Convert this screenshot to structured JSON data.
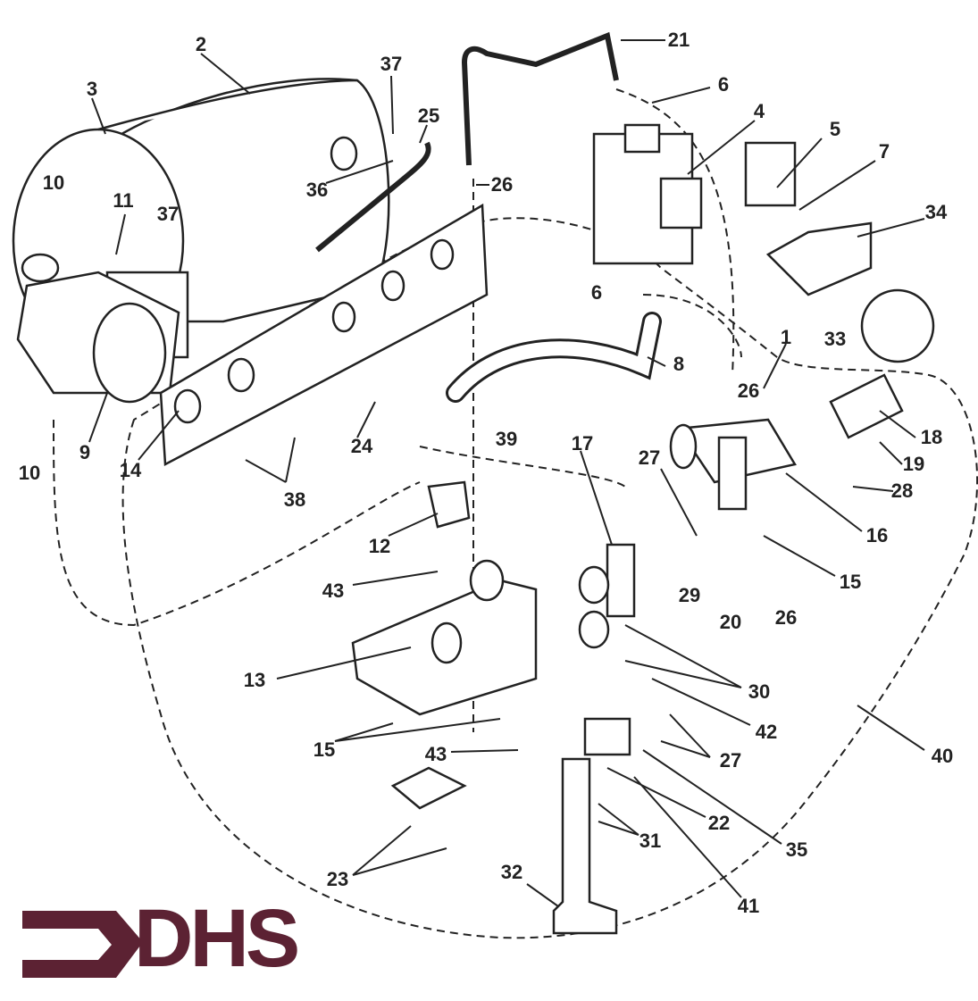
{
  "title": "Exploded parts diagram",
  "logo": {
    "text": "DHS",
    "color": "#5c2233"
  },
  "part_labels": [
    "2",
    "3",
    "37",
    "25",
    "21",
    "6",
    "4",
    "5",
    "7",
    "34",
    "26",
    "36",
    "10",
    "11",
    "37",
    "6",
    "33",
    "1",
    "8",
    "26",
    "18",
    "19",
    "28",
    "16",
    "15",
    "26",
    "20",
    "29",
    "17",
    "39",
    "27",
    "24",
    "38",
    "14",
    "9",
    "10",
    "12",
    "43",
    "13",
    "30",
    "42",
    "27",
    "40",
    "15",
    "43",
    "22",
    "35",
    "31",
    "41",
    "32",
    "23"
  ]
}
